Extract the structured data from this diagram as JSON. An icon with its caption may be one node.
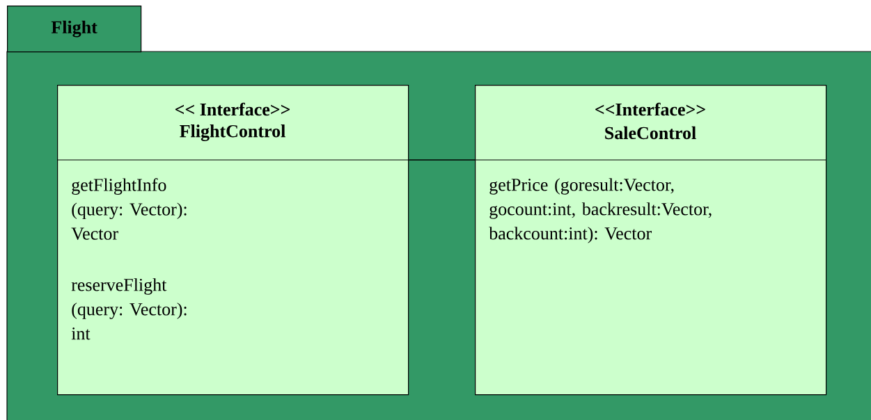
{
  "diagram": {
    "nodes": [
      {
        "text": [
          "Flight"
        ]
      },
      {
        "text": [
          "<< Interface>>",
          "FlightControl",
          "getFlightInfo (query: Vector): Vector",
          "reserveFlight (query: Vector): int"
        ],
        "in": 0
      },
      {
        "text": [
          "<<Interface>>",
          "SaleControl",
          "getPrice (goresult:Vector, gocount:int, backresult:Vector, backcount:int): Vector"
        ],
        "in": 0
      }
    ],
    "edges": [
      {
        "from": 1,
        "to": 2,
        "arrow": "none"
      }
    ]
  }
}
